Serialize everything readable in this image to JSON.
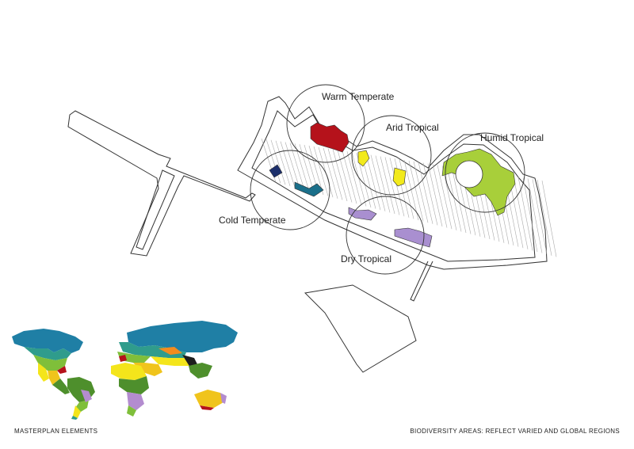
{
  "zones": [
    {
      "label": "Warm Temperate",
      "color": "#b5121b"
    },
    {
      "label": "Arid Tropical",
      "color": "#f2ea1c"
    },
    {
      "label": "Humid Tropical",
      "color": "#a8cf3a"
    },
    {
      "label": "Cold Temperate",
      "color": "#1a6f8a"
    },
    {
      "label": "Dry Tropical",
      "color": "#a98fd0"
    }
  ],
  "footer": {
    "left": "MASTERPLAN ELEMENTS",
    "right": "BIODIVERSITY AREAS: REFLECT VARIED AND GLOBAL REGIONS"
  },
  "map_colors": {
    "cold": "#1f7fa5",
    "boreal": "#2f9c8c",
    "temperate": "#7fbf3a",
    "humid": "#4e8f2c",
    "arid": "#f4e51b",
    "dry": "#b38ccf",
    "warm": "#b5121b",
    "desert": "#f0c41c",
    "dark": "#1e1e1e",
    "orange": "#f28c1e"
  }
}
